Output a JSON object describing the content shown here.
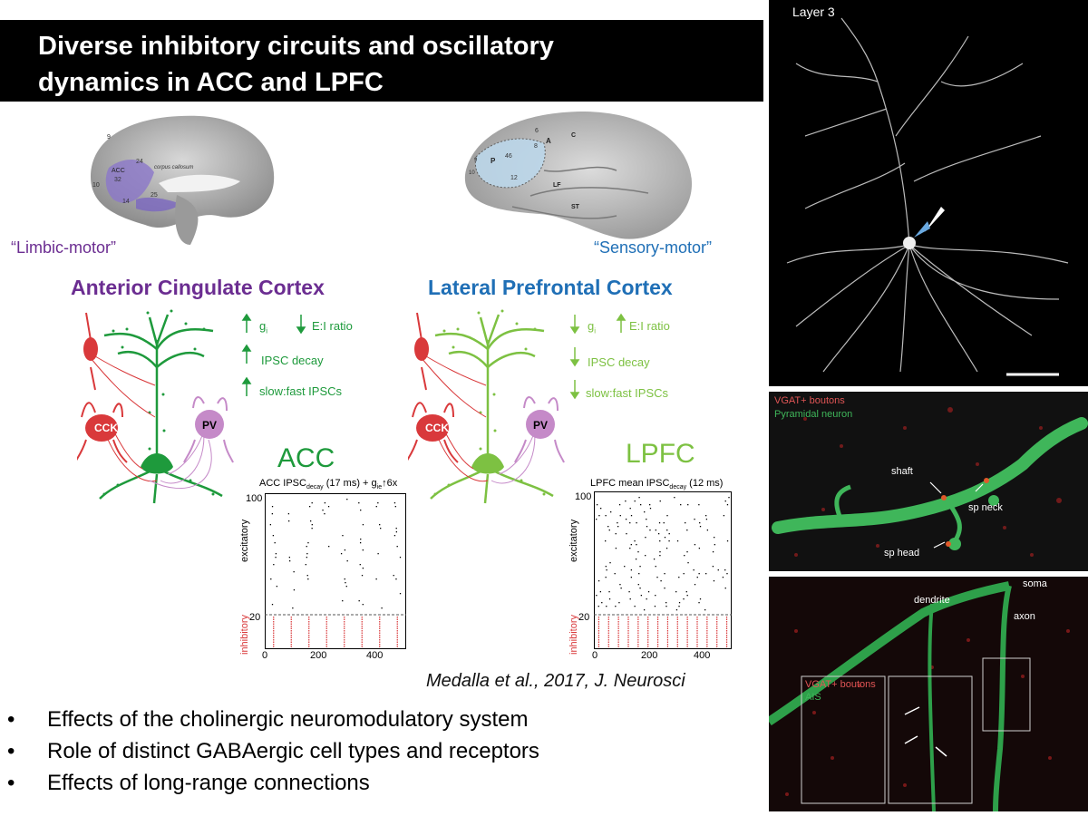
{
  "title": {
    "line1": "Diverse inhibitory circuits and oscillatory",
    "line2": "dynamics in ACC and LPFC"
  },
  "brain_left": {
    "caption": "“Limbic-motor”",
    "areas": [
      "9",
      "24",
      "ACC",
      "32",
      "10",
      "14",
      "25",
      "corpus callosum"
    ]
  },
  "brain_right": {
    "caption": "“Sensory-motor”",
    "areas": [
      "6",
      "A",
      "8",
      "46",
      "P",
      "9",
      "10",
      "12",
      "C",
      "LF",
      "ST"
    ]
  },
  "acc": {
    "title": "Anterior Cingulate Cortex",
    "indicators": {
      "gi": "g",
      "gi_sub": "i",
      "ei": "E:I ratio",
      "decay": "IPSC decay",
      "ratio": "slow:fast IPSCs"
    },
    "cells": {
      "cck": "CCK",
      "pv": "PV"
    },
    "label": "ACC",
    "raster": {
      "title_pre": "ACC IPSC",
      "title_sub": "decay",
      "title_mid": " (17 ms) + ",
      "g": "g",
      "g_sub": "ie",
      "g_post": "6x",
      "ylabel_exc": "excitatory",
      "ylabel_inh": "inhibitory",
      "yticks": [
        "100",
        "20"
      ],
      "xticks": [
        "0",
        "200",
        "400"
      ]
    }
  },
  "lpfc": {
    "title": "Lateral Prefrontal Cortex",
    "indicators": {
      "gi": "g",
      "gi_sub": "i",
      "ei": "E:I ratio",
      "decay": "IPSC decay",
      "ratio": "slow:fast IPSCs"
    },
    "cells": {
      "cck": "CCK",
      "pv": "PV"
    },
    "label": "LPFC",
    "raster": {
      "title_pre": "LPFC mean IPSC",
      "title_sub": "decay",
      "title_mid": " (12 ms)",
      "ylabel_exc": "excitatory",
      "ylabel_inh": "inhibitory",
      "yticks": [
        "100",
        "20"
      ],
      "xticks": [
        "0",
        "200",
        "400"
      ]
    }
  },
  "citation": "Medalla et al., 2017, J. Neurosci",
  "bullets": [
    "Effects of the cholinergic neuromodulatory system",
    "Role of distinct GABAergic cell types and receptors",
    "Effects of long-range connections"
  ],
  "micro_top": {
    "label": "Layer 3"
  },
  "micro_mid": {
    "legend1": "VGAT+ boutons",
    "legend2": "Pyramidal neuron",
    "shaft": "shaft",
    "spneck": "sp neck",
    "sphead": "sp head"
  },
  "micro_bot": {
    "soma": "soma",
    "dendrite": "dendrite",
    "axon": "axon",
    "legend1": "VGAT+ boutons",
    "legend2": "AIS"
  },
  "colors": {
    "acc_purple": "#6b2d91",
    "lpfc_blue": "#1f6fb6",
    "green_dark": "#1e9a3c",
    "green_light": "#7dc142",
    "red_cell": "#d9393b",
    "pv_pink": "#c58ac8"
  }
}
